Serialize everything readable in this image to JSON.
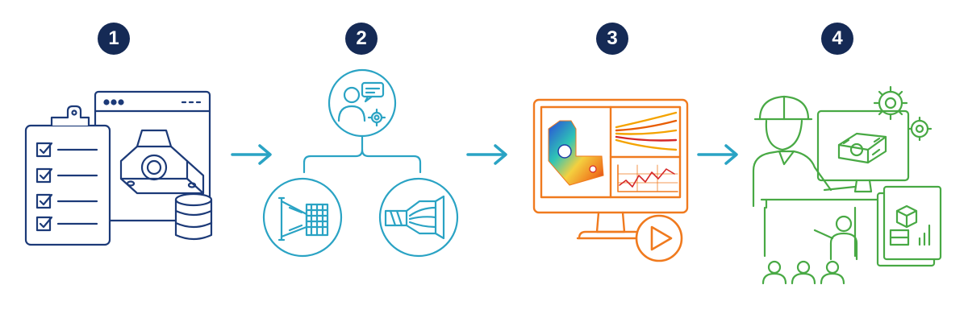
{
  "steps": [
    {
      "number": "1",
      "icon": "checklist-and-cad-model-icon",
      "color": "#1c3a78"
    },
    {
      "number": "2",
      "icon": "user-meshing-and-flow-icon",
      "color": "#2aa3c4"
    },
    {
      "number": "3",
      "icon": "simulation-monitor-play-icon",
      "color": "#f07a1e"
    },
    {
      "number": "4",
      "icon": "engineer-review-presentation-icon",
      "color": "#48a944"
    }
  ],
  "arrows": {
    "color": "#2aa3c4"
  },
  "badge_color": "#152a55"
}
